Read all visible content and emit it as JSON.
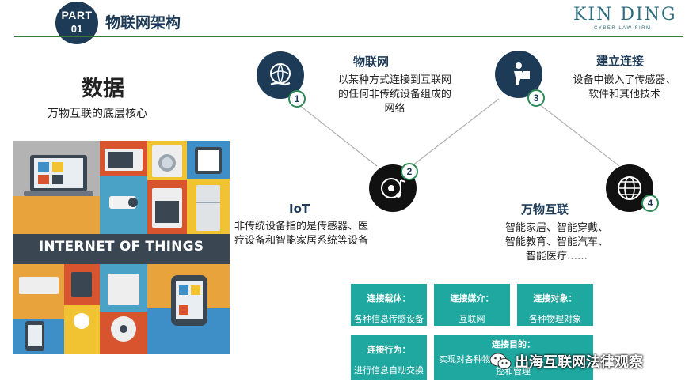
{
  "header": {
    "part_label": "PART",
    "part_number": "01",
    "title": "物联网架构",
    "logo_main": "KIN DING",
    "logo_sub": "CYBER LAW FIRM"
  },
  "left": {
    "title": "数据",
    "subtitle": "万物互联的底层核心",
    "banner": "INTERNET OF THINGS"
  },
  "nodes": [
    {
      "number": "1",
      "title": "物联网",
      "desc": [
        "以某种方式连接到互联网",
        "的任何非传统设备组成的",
        "网络"
      ]
    },
    {
      "number": "2",
      "title": "IoT",
      "desc": [
        "非传统设备指的是传感器、医",
        "疗设备和智能家居系统等设备"
      ]
    },
    {
      "number": "3",
      "title": "建立连接",
      "desc": [
        "设备中嵌入了传感器、",
        "软件和其他技术"
      ]
    },
    {
      "number": "4",
      "title": "万物互联",
      "desc": [
        "智能家居、智能穿戴、",
        "智能教育、智能汽车、",
        "智能医疗……"
      ]
    }
  ],
  "boxes": [
    {
      "title": "连接载体：",
      "desc": "各种信息传感设备"
    },
    {
      "title": "连接媒介：",
      "desc": "互联网"
    },
    {
      "title": "连接对象：",
      "desc": "各种物理对象"
    },
    {
      "title": "连接行为：",
      "desc": "进行信息自动交换"
    },
    {
      "title": "连接目的：",
      "desc_line1": "实现对各种物",
      "desc_line2": "控和管理"
    }
  ],
  "watermark": {
    "text": "出海互联网法律观察"
  },
  "colors": {
    "navy": "#1d3a57",
    "teal": "#1fa8a0",
    "green_line": "#3b7a3d",
    "logo": "#2d6c7f"
  }
}
